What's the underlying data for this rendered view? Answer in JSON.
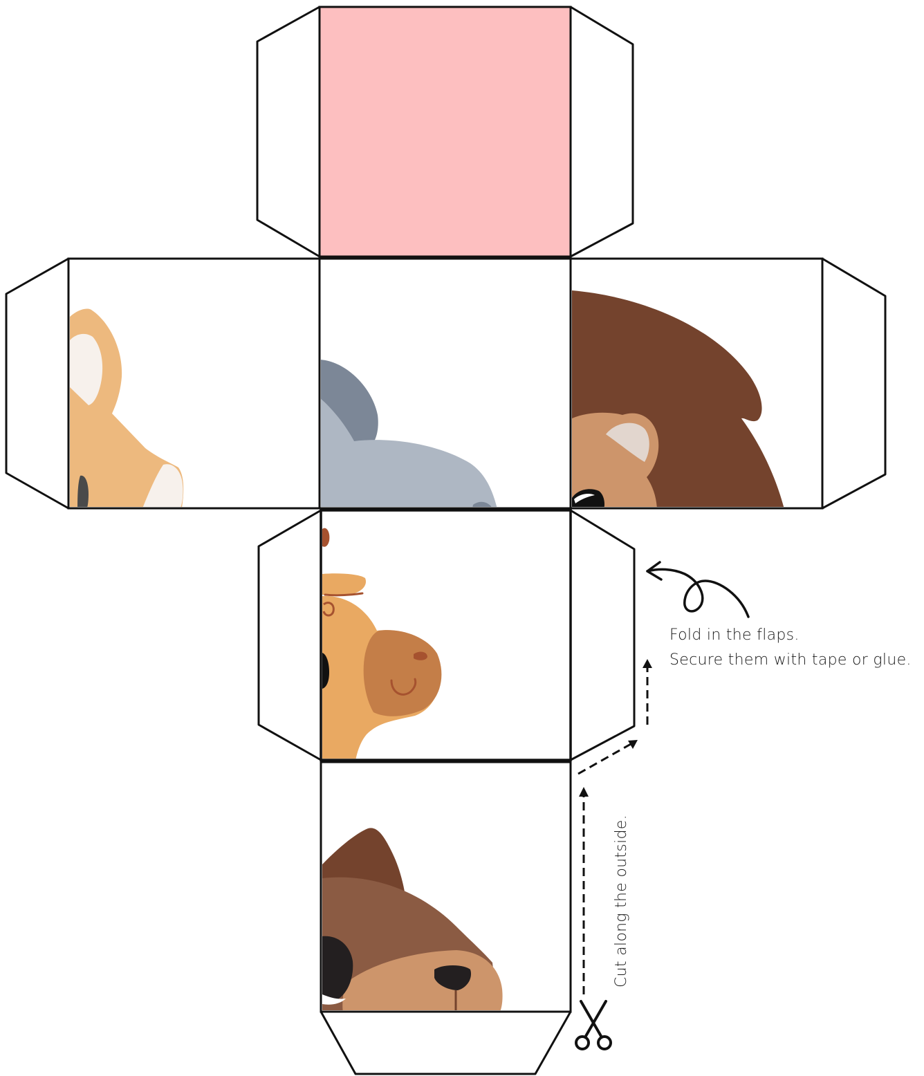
{
  "instructions": {
    "fold_line_1": "Fold in the flaps.",
    "fold_line_2": "Secure them with tape or glue.",
    "cut": "Cut along the outside."
  },
  "faces": {
    "top": "pink",
    "left": "cat",
    "center": "elephant",
    "right": "lion",
    "lower": "giraffe",
    "bottom": "bear"
  },
  "icons": [
    "scissors-icon",
    "curly-arrow-icon",
    "dashed-arrow-icon"
  ],
  "colors": {
    "outline": "#111111",
    "pink_face": "#FDBFC0",
    "cat_tan": "#EDB97E",
    "cat_ear_inner": "#F7F1EC",
    "elephant_dark": "#7C8797",
    "elephant_light": "#AEB7C3",
    "lion_mane": "#74432D",
    "lion_face": "#CD956B",
    "lion_ear_inner": "#E2D6CE",
    "giraffe_body": "#E9A962",
    "giraffe_muzzle": "#C47E48",
    "giraffe_line": "#A6522F",
    "bear_dark": "#74432D",
    "bear_fur": "#8B5B43",
    "bear_muzzle": "#CD956B",
    "bear_eye": "#231F20"
  }
}
